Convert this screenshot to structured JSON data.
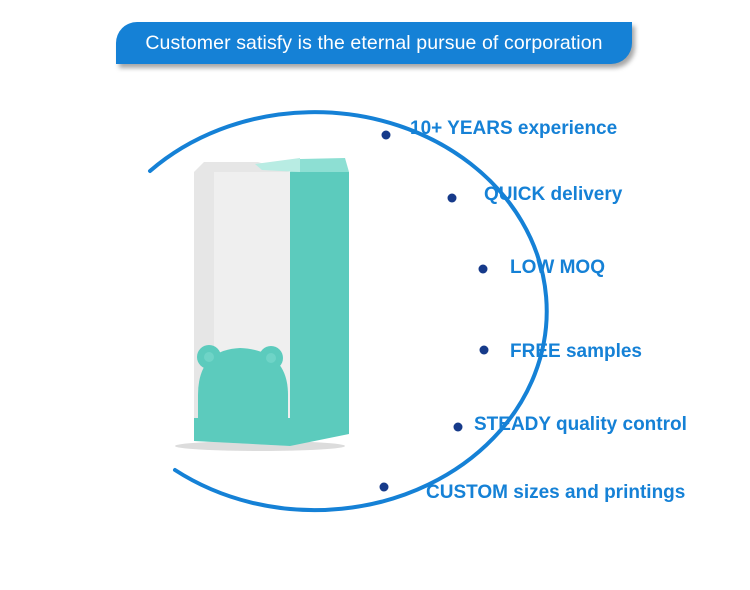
{
  "banner": {
    "text": "Customer satisfy is the eternal pursue of corporation"
  },
  "features": [
    "10+ YEARS experience",
    "QUICK delivery",
    "LOW MOQ",
    "FREE samples",
    "STEADY quality control",
    "CUSTOM sizes and printings"
  ],
  "colors": {
    "accent": "#1581d6",
    "dot": "#163a8a",
    "box_teal": "#5ccbbd",
    "box_white": "#eeeeee",
    "banner_text": "#ffffff"
  },
  "product_image": {
    "depicts": "teal-and-white-paper-box-with-bear-silhouette"
  }
}
